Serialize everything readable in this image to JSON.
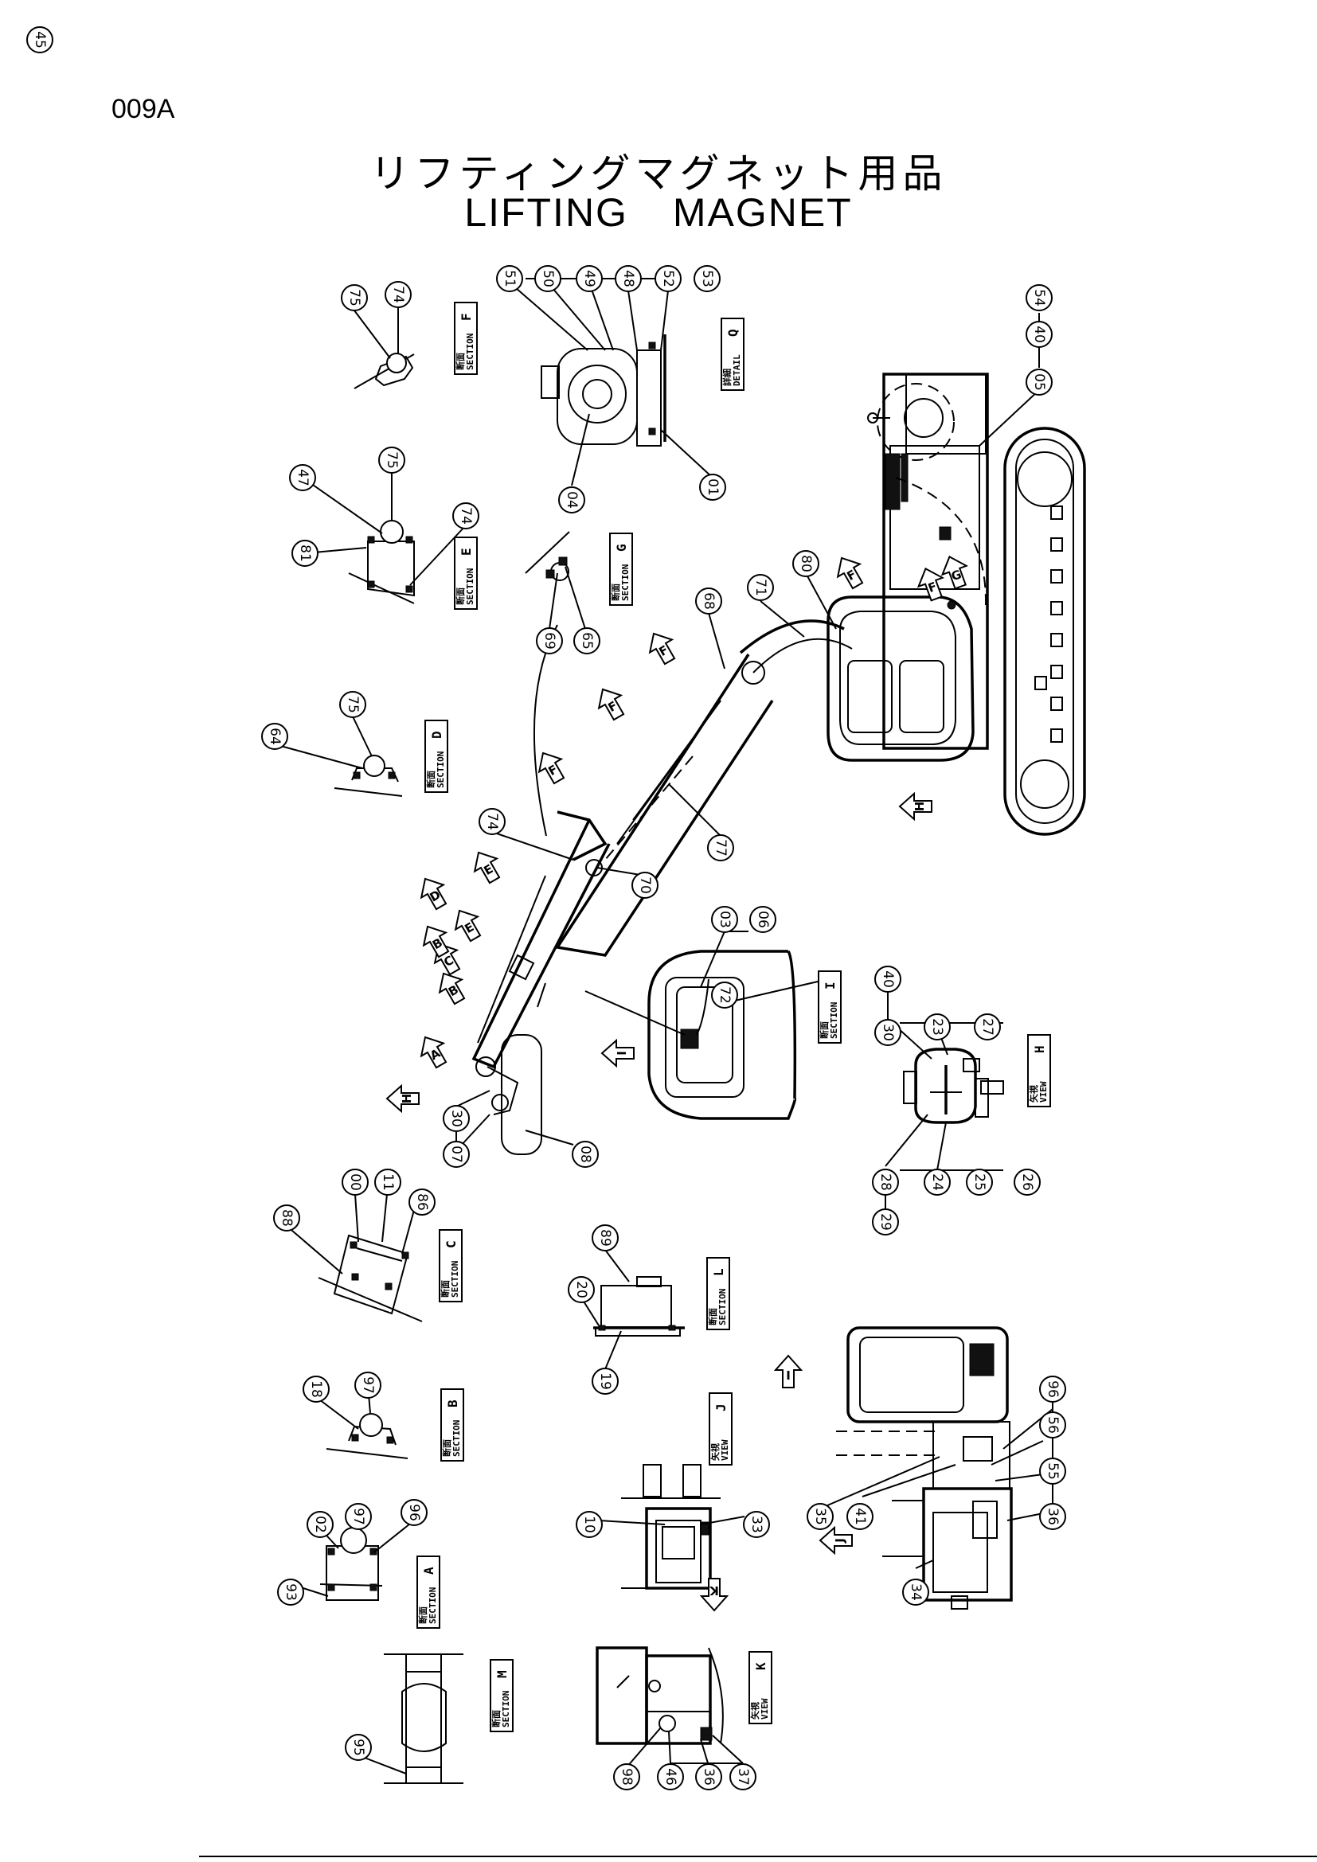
{
  "page_code": "009A",
  "title_jp": "リフティングマグネット用品",
  "title_en": "LIFTING MAGNET",
  "callouts": [
    "75",
    "74",
    "51",
    "50",
    "49",
    "48",
    "52",
    "53",
    "54",
    "40",
    "05",
    "04",
    "01",
    "47",
    "75",
    "74",
    "81",
    "80",
    "68",
    "71",
    "69",
    "65",
    "64",
    "75",
    "74",
    "77",
    "70",
    "72",
    "03",
    "06",
    "40",
    "30",
    "23",
    "27",
    "28",
    "24",
    "25",
    "26",
    "29",
    "30",
    "07",
    "08",
    "00",
    "11",
    "88",
    "86",
    "89",
    "20",
    "19",
    "18",
    "97",
    "96",
    "56",
    "55",
    "36",
    "35",
    "41",
    "10",
    "33",
    "34",
    "02",
    "97",
    "96",
    "93",
    "95",
    "98",
    "46",
    "36",
    "37",
    "45"
  ],
  "sections": [
    {
      "kanji": "断面",
      "word": "SECTION",
      "letter": "F"
    },
    {
      "kanji": "詳細",
      "word": "DETAIL",
      "letter": "Q"
    },
    {
      "kanji": "断面",
      "word": "SECTION",
      "letter": "E"
    },
    {
      "kanji": "断面",
      "word": "SECTION",
      "letter": "G"
    },
    {
      "kanji": "断面",
      "word": "SECTION",
      "letter": "D"
    },
    {
      "kanji": "断面",
      "word": "SECTION",
      "letter": "I"
    },
    {
      "kanji": "矢視",
      "word": "VIEW",
      "letter": "H"
    },
    {
      "kanji": "断面",
      "word": "SECTION",
      "letter": "C"
    },
    {
      "kanji": "断面",
      "word": "SECTION",
      "letter": "L"
    },
    {
      "kanji": "断面",
      "word": "SECTION",
      "letter": "B"
    },
    {
      "kanji": "矢視",
      "word": "VIEW",
      "letter": "J"
    },
    {
      "kanji": "断面",
      "word": "SECTION",
      "letter": "A"
    },
    {
      "kanji": "断面",
      "word": "SECTION",
      "letter": "M"
    },
    {
      "kanji": "矢視",
      "word": "VIEW",
      "letter": "K"
    }
  ],
  "view_arrows": [
    "F",
    "F",
    "F",
    "F",
    "F",
    "G",
    "E",
    "D",
    "E",
    "C",
    "B",
    "B",
    "A",
    "H",
    "I",
    "H",
    "I",
    "J",
    "K"
  ]
}
